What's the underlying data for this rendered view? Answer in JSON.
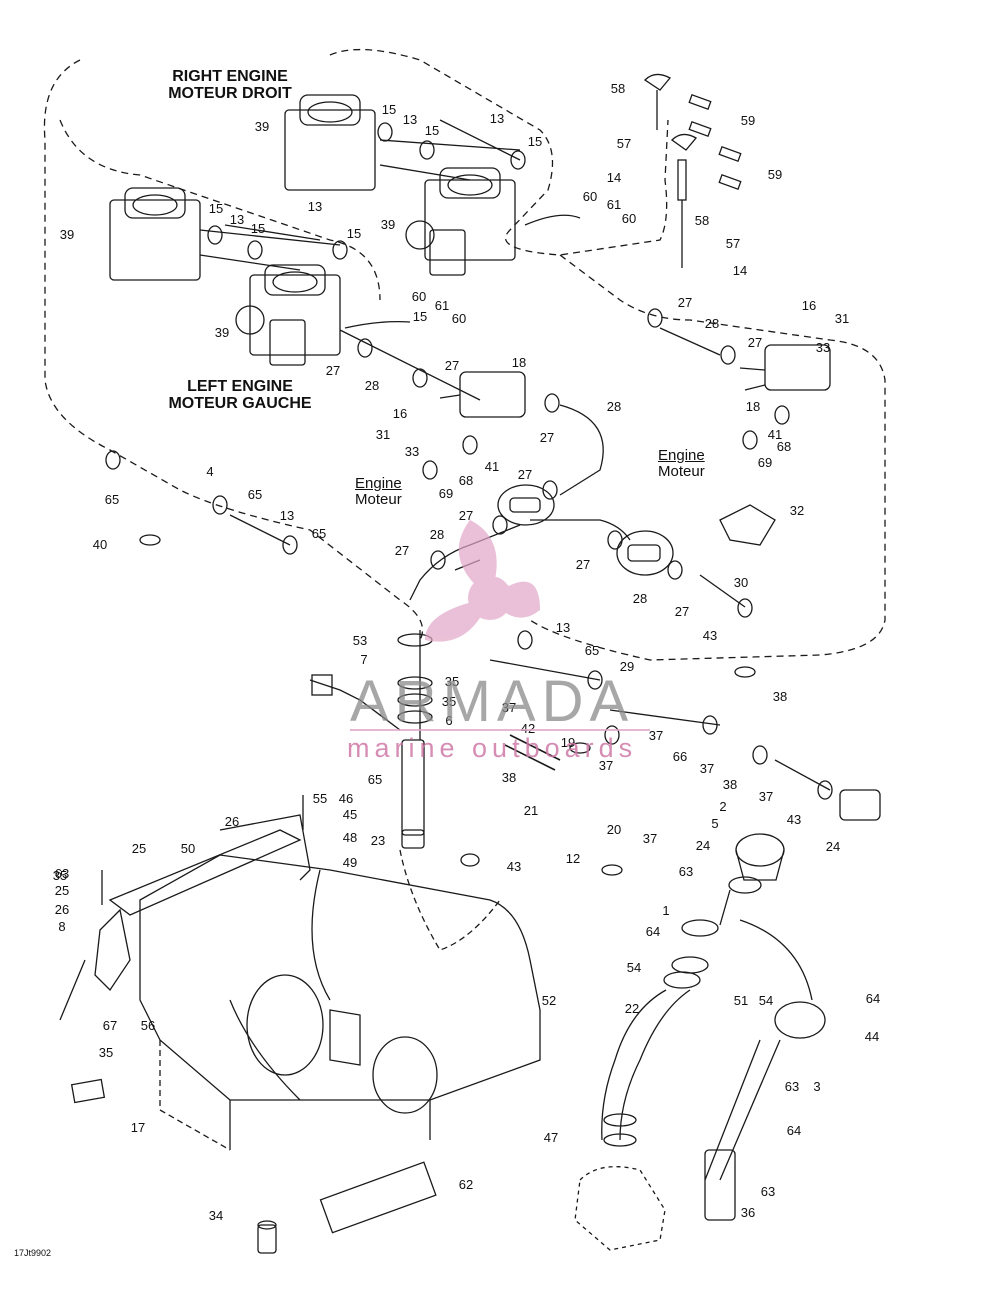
{
  "labels": {
    "right_engine": "RIGHT  ENGINE",
    "right_engine_fr": "MOTEUR DROIT",
    "left_engine": "LEFT  ENGINE",
    "left_engine_fr": "MOTEUR GAUCHE",
    "engine_right": "Engine",
    "moteur_right": "Moteur",
    "engine_left": "Engine",
    "moteur_left": "Moteur",
    "ref_code": "17Jt9902"
  },
  "watermark": {
    "brand": "ARMADA",
    "sub": "marine outboards",
    "accent_color": "#e2a6c8"
  },
  "callouts": [
    "58",
    "59",
    "59",
    "57",
    "14",
    "58",
    "60",
    "61",
    "60",
    "57",
    "14",
    "15",
    "13",
    "15",
    "15",
    "39",
    "13",
    "39",
    "15",
    "13",
    "15",
    "15",
    "39",
    "39",
    "13",
    "15",
    "60",
    "61",
    "60",
    "27",
    "28",
    "16",
    "31",
    "27",
    "33",
    "18",
    "27",
    "28",
    "27",
    "18",
    "16",
    "31",
    "33",
    "28",
    "27",
    "41",
    "68",
    "69",
    "41",
    "68",
    "69",
    "4",
    "65",
    "65",
    "13",
    "65",
    "40",
    "27",
    "28",
    "27",
    "27",
    "32",
    "30",
    "27",
    "28",
    "27",
    "43",
    "53",
    "7",
    "35",
    "35",
    "6",
    "65",
    "13",
    "65",
    "29",
    "38",
    "37",
    "42",
    "19",
    "38",
    "37",
    "37",
    "66",
    "37",
    "38",
    "37",
    "43",
    "21",
    "20",
    "37",
    "43",
    "12",
    "24",
    "63",
    "25",
    "26",
    "8",
    "46",
    "45",
    "48",
    "49",
    "23",
    "2",
    "5",
    "24",
    "63",
    "25",
    "26",
    "50",
    "55",
    "35",
    "1",
    "64",
    "54",
    "52",
    "51",
    "54",
    "64",
    "44",
    "63",
    "3",
    "22",
    "67",
    "56",
    "35",
    "64",
    "17",
    "47",
    "63",
    "36",
    "62",
    "34"
  ],
  "colors": {
    "line": "#1a1a1a",
    "watermark_pink": "#e2a6c8",
    "watermark_gray": "#8a8a8a"
  }
}
